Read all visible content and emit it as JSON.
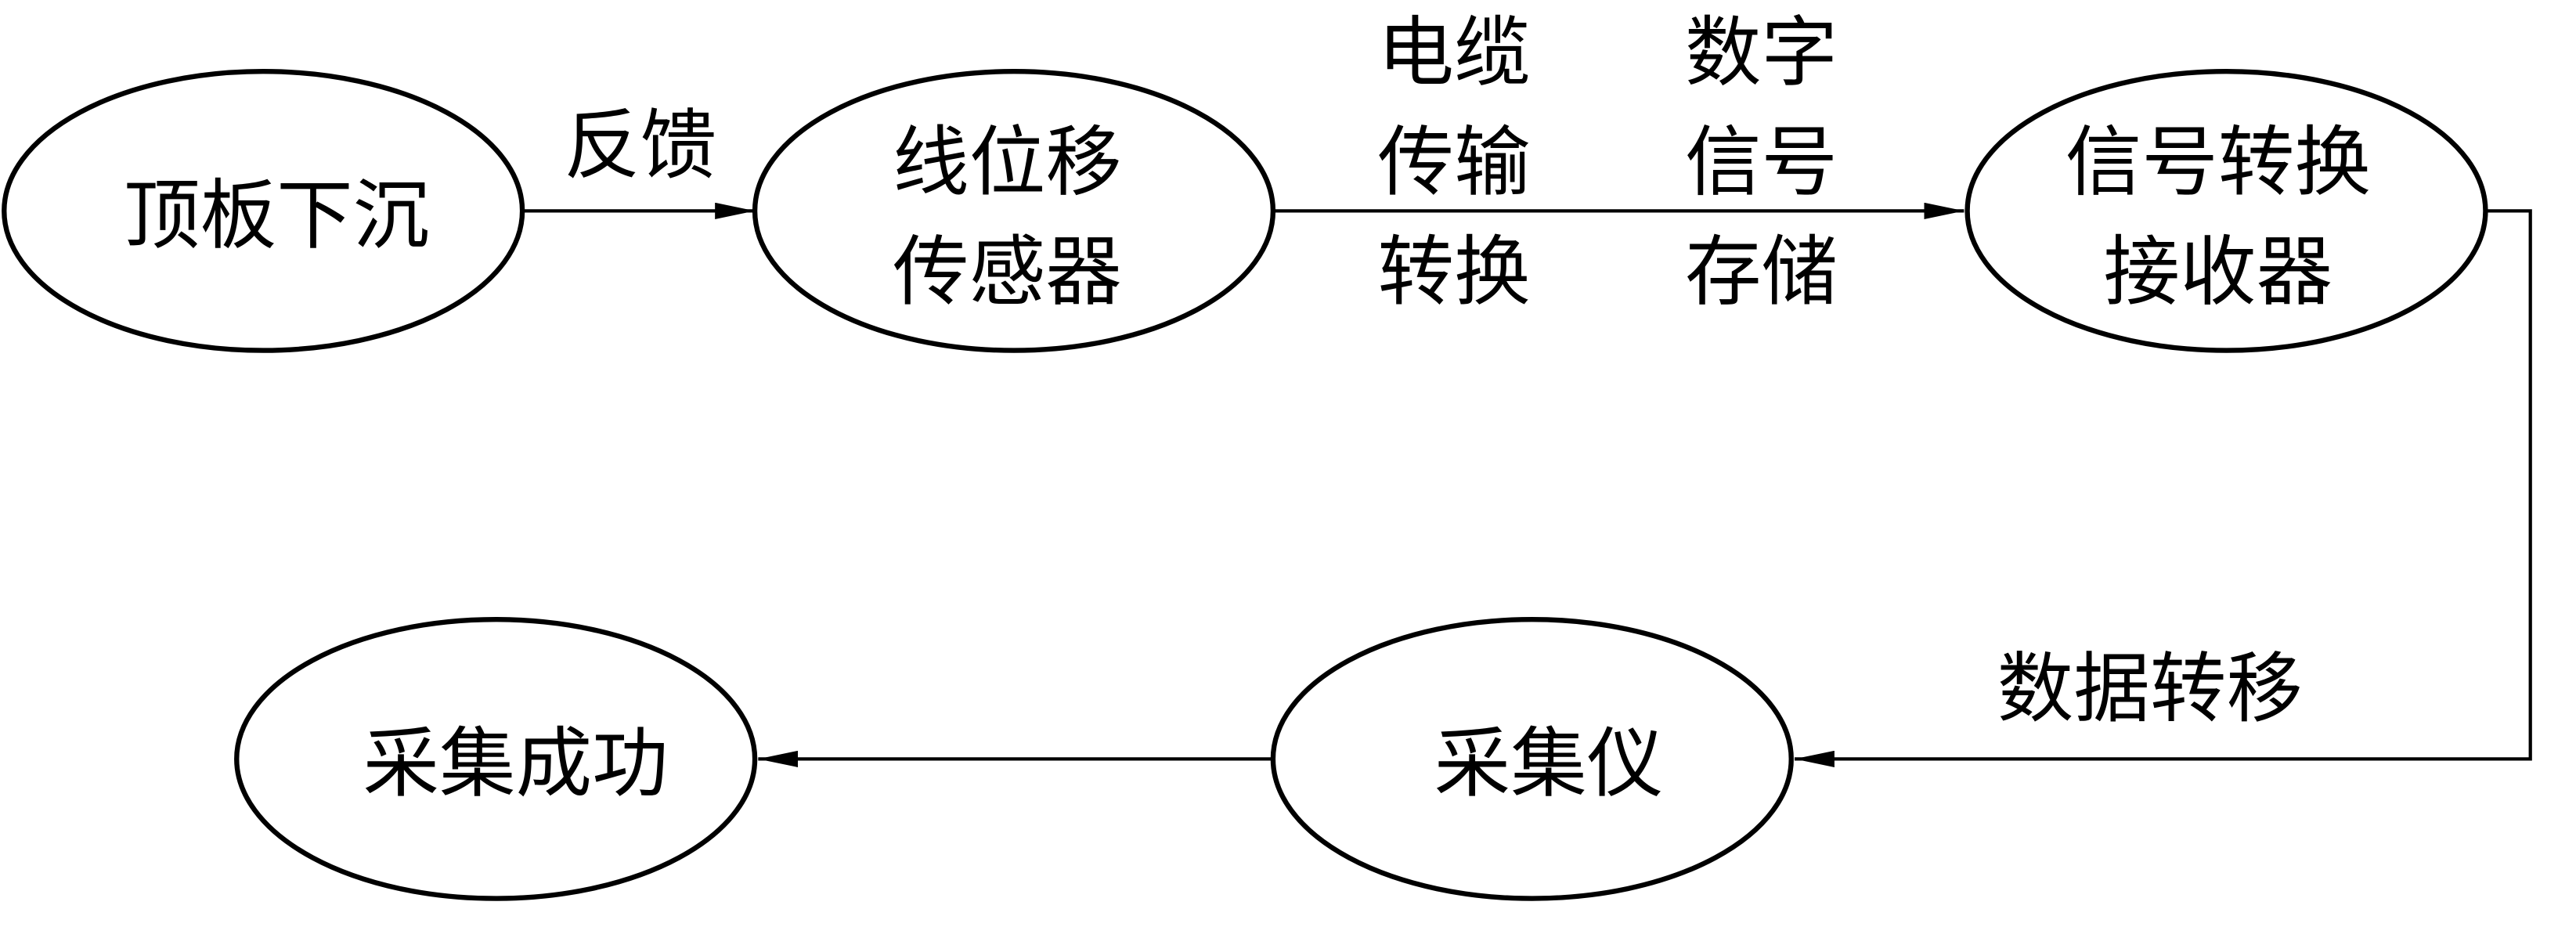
{
  "nodes": {
    "roof_subsidence": {
      "label": "顶板下沉"
    },
    "sensor": {
      "line1": "线位移",
      "line2": "传感器"
    },
    "receiver": {
      "line1": "信号转换",
      "line2": "接收器"
    },
    "collector": {
      "label": "采集仪"
    },
    "success": {
      "label": "采集成功"
    }
  },
  "edges": {
    "feedback": {
      "label": "反馈"
    },
    "cable": {
      "lines": [
        "电缆",
        "传输",
        "转换"
      ]
    },
    "digital": {
      "lines": [
        "数字",
        "信号",
        "存储"
      ]
    },
    "transfer": {
      "label": "数据转移"
    }
  }
}
